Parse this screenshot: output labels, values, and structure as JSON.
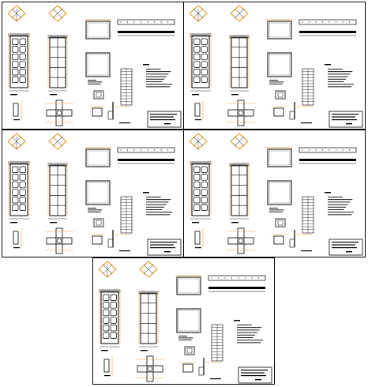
{
  "sheets": [
    {
      "id": "sheet-1"
    },
    {
      "id": "sheet-2"
    },
    {
      "id": "sheet-3"
    },
    {
      "id": "sheet-4"
    },
    {
      "id": "sheet-5"
    }
  ],
  "colors": {
    "line": "#000000",
    "accent": "#e8a13a",
    "background": "#ffffff"
  }
}
